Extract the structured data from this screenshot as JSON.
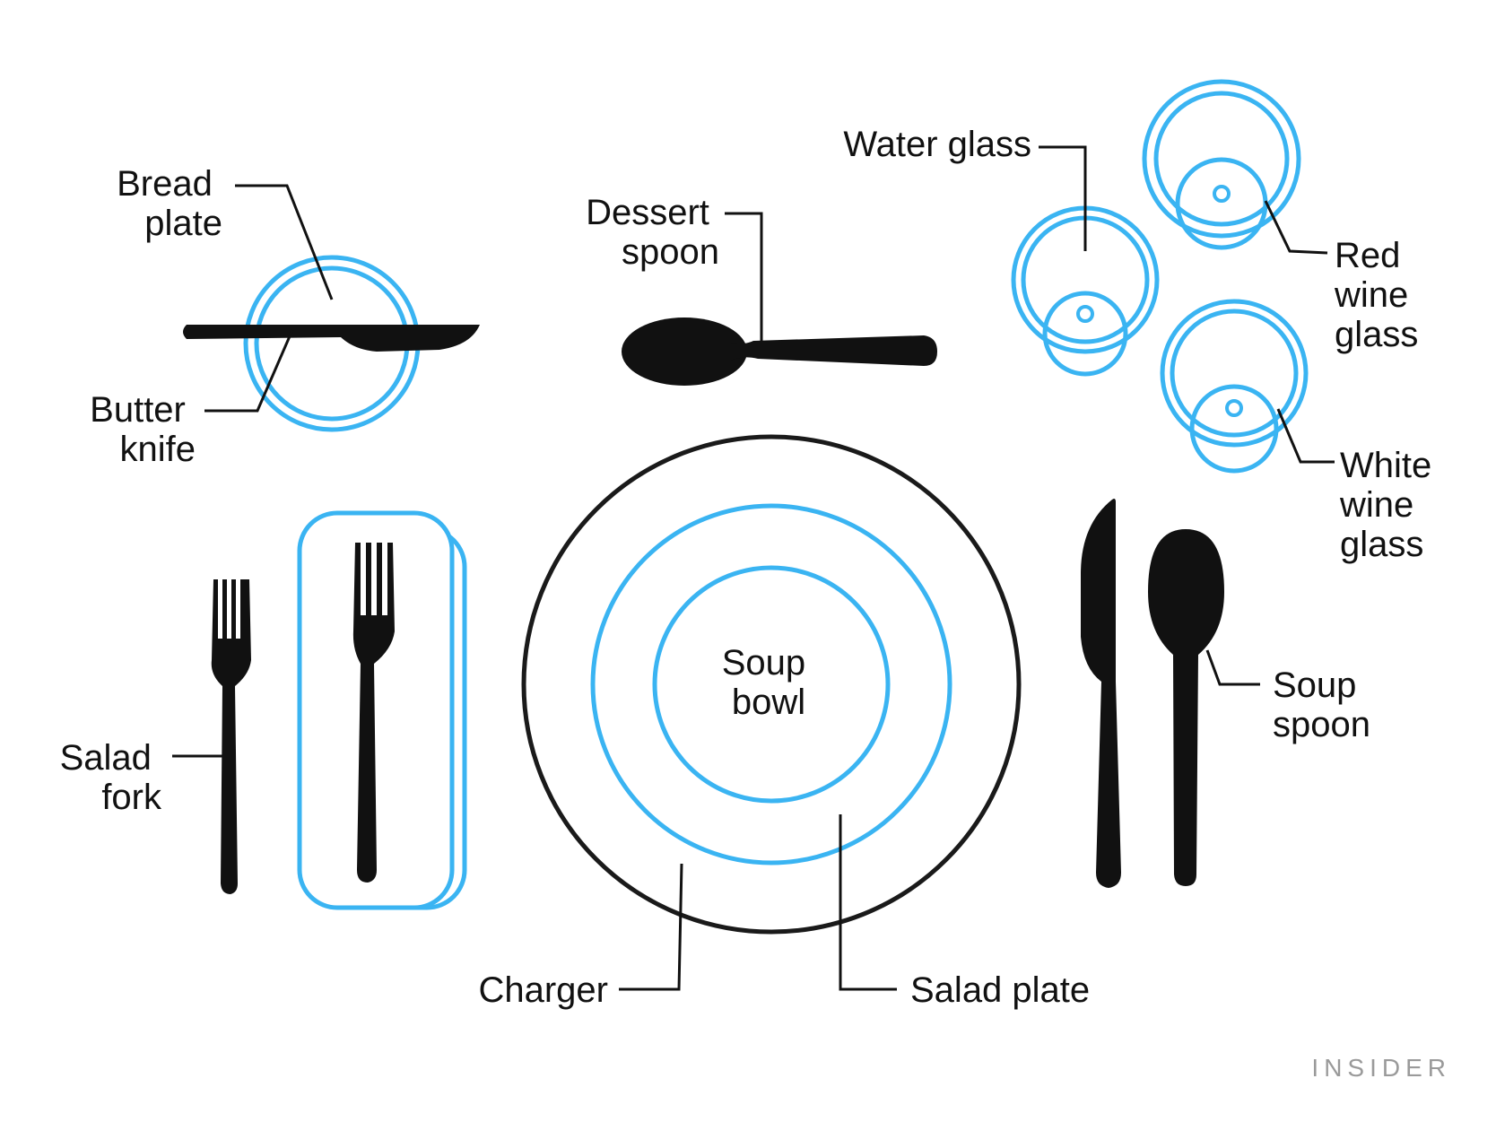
{
  "labels": {
    "bread_plate": [
      "Bread",
      "plate"
    ],
    "butter_knife": [
      "Butter",
      "knife"
    ],
    "dessert_spoon": [
      "Dessert",
      "spoon"
    ],
    "water_glass": "Water glass",
    "red_wine_glass": [
      "Red",
      "wine",
      "glass"
    ],
    "white_wine_glass": [
      "White",
      "wine",
      "glass"
    ],
    "soup_bowl": [
      "Soup",
      "bowl"
    ],
    "salad_fork": [
      "Salad",
      "fork"
    ],
    "soup_spoon": [
      "Soup",
      "spoon"
    ],
    "charger": "Charger",
    "salad_plate": "Salad plate"
  },
  "brand": "INSIDER",
  "colors": {
    "accent_blue": "#3ab4f2",
    "utensil_black": "#111111",
    "charger_rim": "#1a1a1a",
    "brand_gray": "#9a9a9a"
  },
  "icons": [
    "bread-plate-icon",
    "butter-knife-icon",
    "dessert-spoon-icon",
    "water-glass-icon",
    "red-wine-glass-icon",
    "white-wine-glass-icon",
    "charger-icon",
    "salad-plate-icon",
    "soup-bowl-icon",
    "salad-fork-icon",
    "dinner-fork-icon",
    "napkin-icon",
    "dinner-knife-icon",
    "soup-spoon-icon"
  ]
}
